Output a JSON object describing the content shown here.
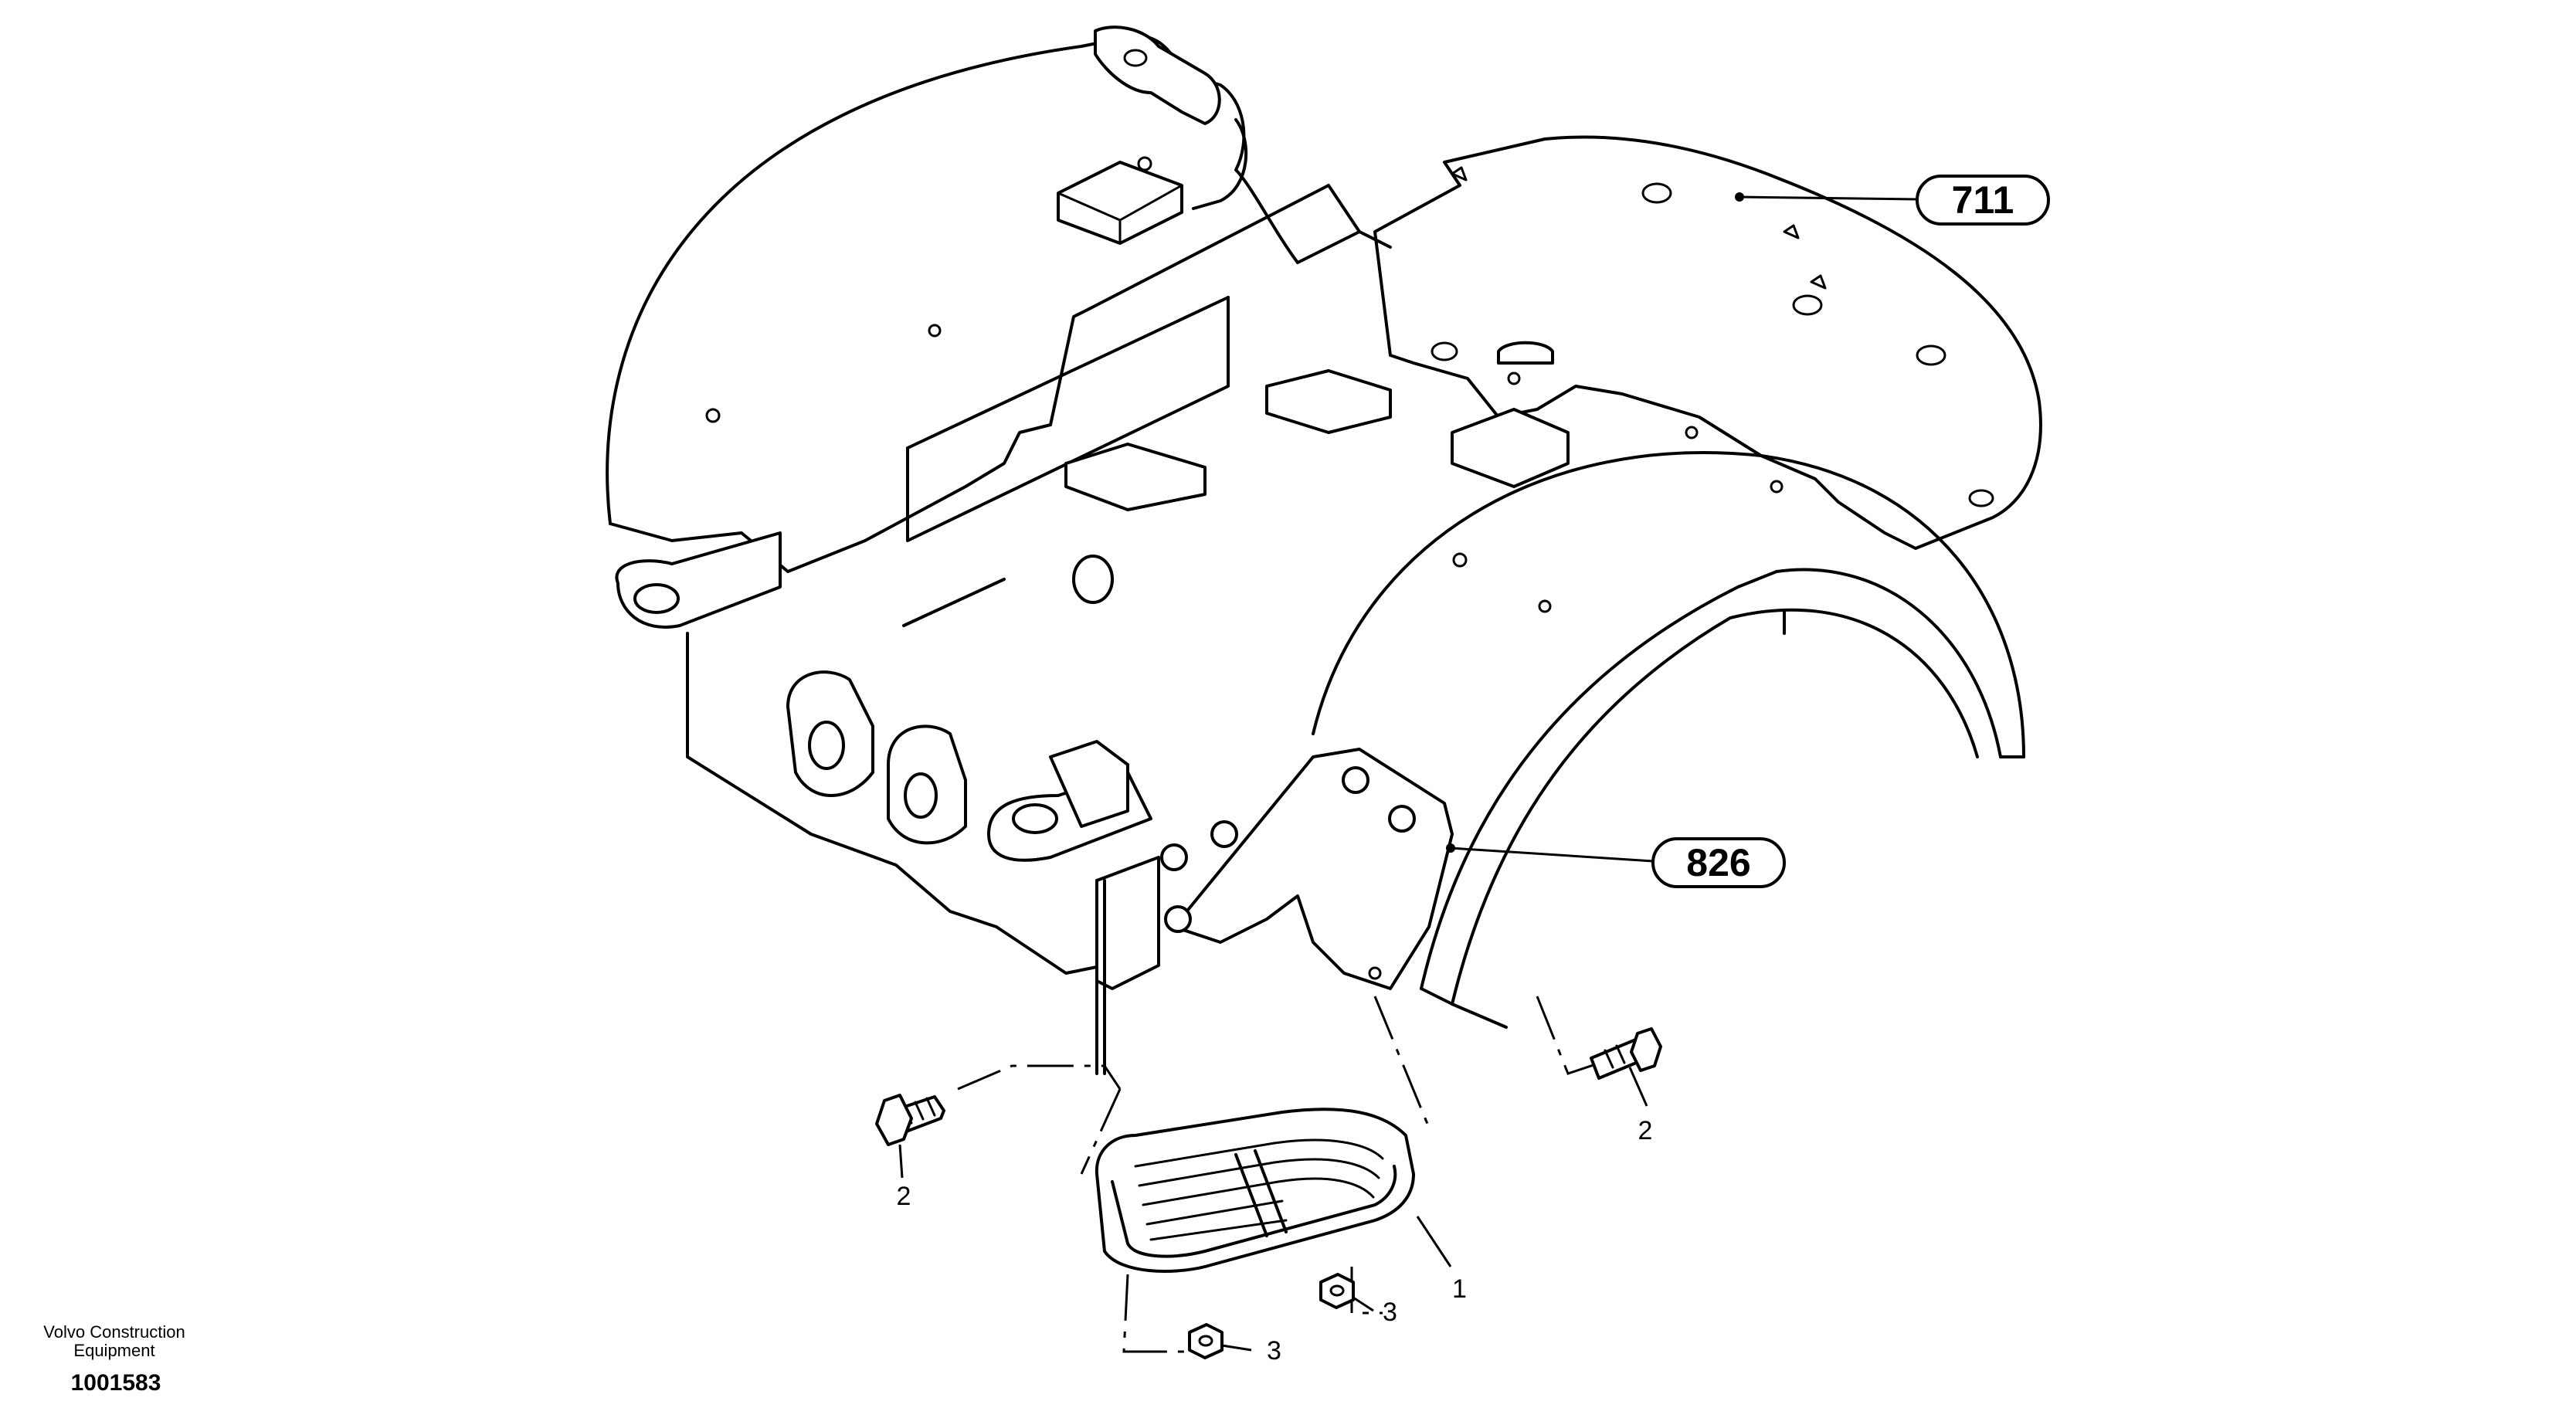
{
  "callouts": {
    "ref_711": "711",
    "ref_826": "826"
  },
  "items": {
    "step_plate": "1",
    "bolt_left": "2",
    "bolt_right": "2",
    "nut_left": "3",
    "nut_right": "3"
  },
  "footer": {
    "company_line1": "Volvo Construction",
    "company_line2": "Equipment",
    "drawing_number": "1001583"
  }
}
